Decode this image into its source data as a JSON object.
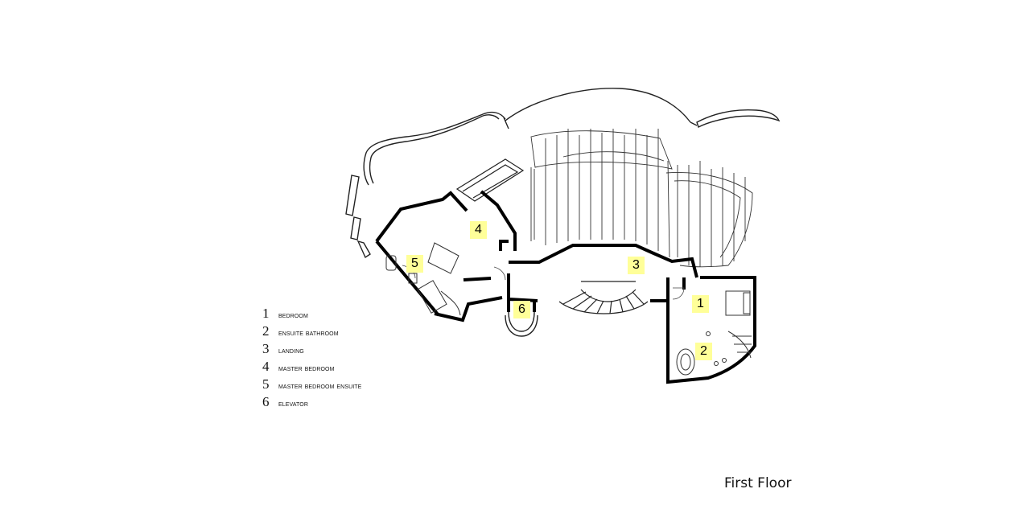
{
  "title": "First Floor",
  "legend": [
    {
      "number": "1",
      "label": "BEDROOM"
    },
    {
      "number": "2",
      "label": "ENSUITE BATHROOM"
    },
    {
      "number": "3",
      "label": "LANDING"
    },
    {
      "number": "4",
      "label": "MASTER BEDROOM"
    },
    {
      "number": "5",
      "label": "MASTER BEDROOM ENSUITE"
    },
    {
      "number": "6",
      "label": "ELEVATOR"
    }
  ],
  "rooms": [
    {
      "number": "1"
    },
    {
      "number": "2"
    },
    {
      "number": "3"
    },
    {
      "number": "4"
    },
    {
      "number": "5"
    },
    {
      "number": "6"
    }
  ],
  "colors": {
    "tag_background": "#ffff99",
    "wall": "#000000",
    "line": "#222222"
  }
}
